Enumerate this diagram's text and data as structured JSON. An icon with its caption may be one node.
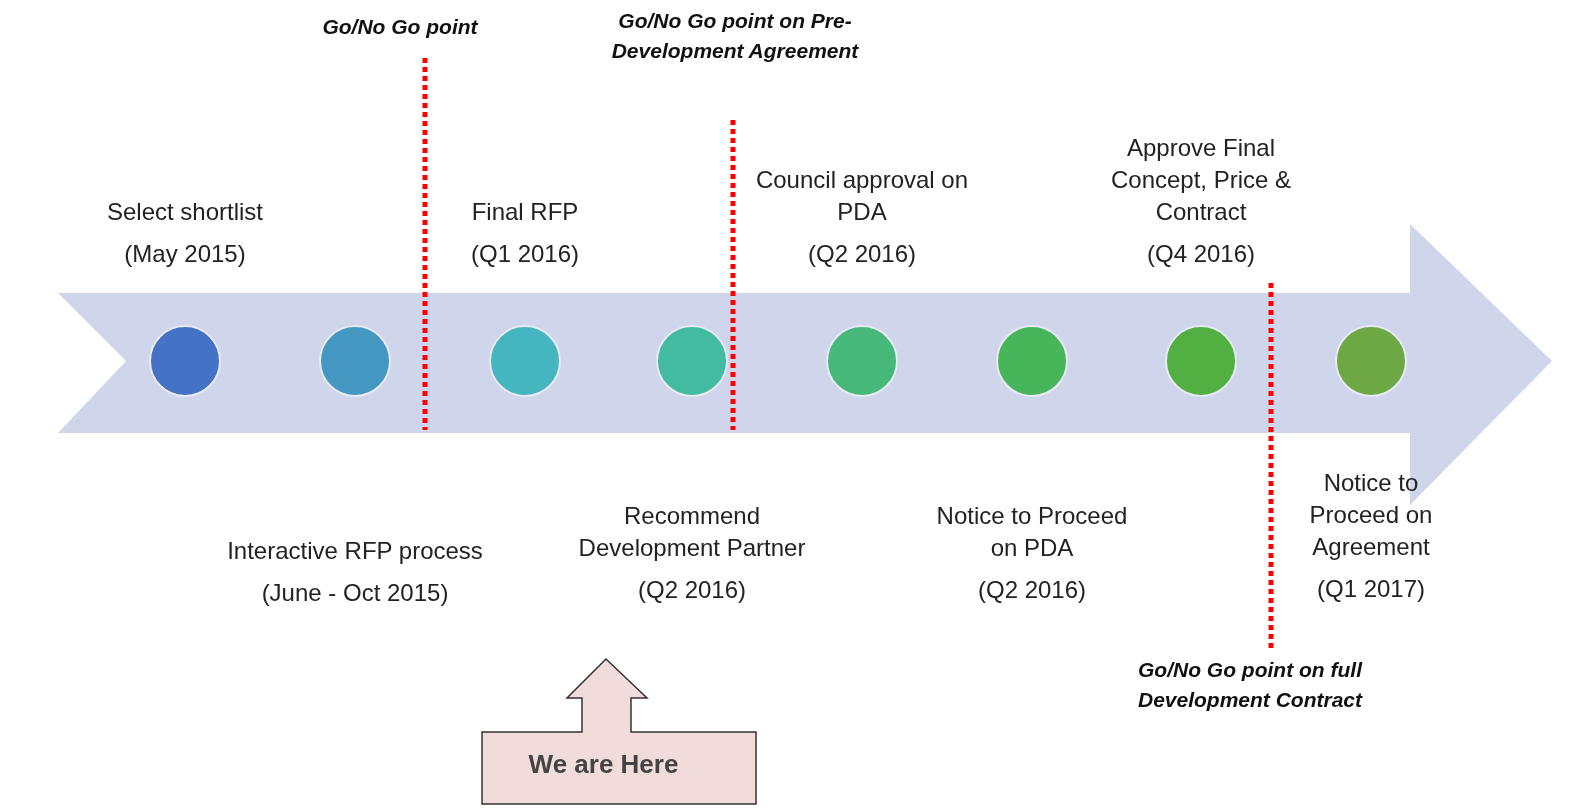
{
  "diagram": {
    "nodes": [
      {
        "text": [],
        "shape": "circle",
        "beside": [
          "Select shortlist",
          "(May 2015)"
        ]
      },
      {
        "text": [],
        "shape": "circle",
        "beside": [
          "Interactive RFP process",
          "(June - Oct 2015)"
        ]
      },
      {
        "text": [],
        "shape": "circle",
        "beside": [
          "Final RFP",
          "(Q1 2016)"
        ]
      },
      {
        "text": [],
        "shape": "circle",
        "beside": [
          "Recommend Development Partner",
          "(Q2 2016)"
        ]
      },
      {
        "text": [],
        "shape": "circle",
        "beside": [
          "Council approval on PDA",
          "(Q2 2016)"
        ]
      },
      {
        "text": [],
        "shape": "circle",
        "beside": [
          "Notice to Proceed on PDA",
          "(Q2 2016)"
        ]
      },
      {
        "text": [],
        "shape": "circle",
        "beside": [
          "Approve Final Concept, Price & Contract",
          "(Q4 2016)"
        ]
      },
      {
        "text": [],
        "shape": "circle",
        "beside": [
          "Notice to Proceed on Agreement",
          "(Q1 2017)"
        ]
      },
      {
        "text": [
          "We are Here"
        ]
      }
    ],
    "labels": [
      "Go/No Go point",
      "Go/No Go point on Pre-Development Agreement",
      "Go/No Go point on full Development Contract"
    ]
  }
}
